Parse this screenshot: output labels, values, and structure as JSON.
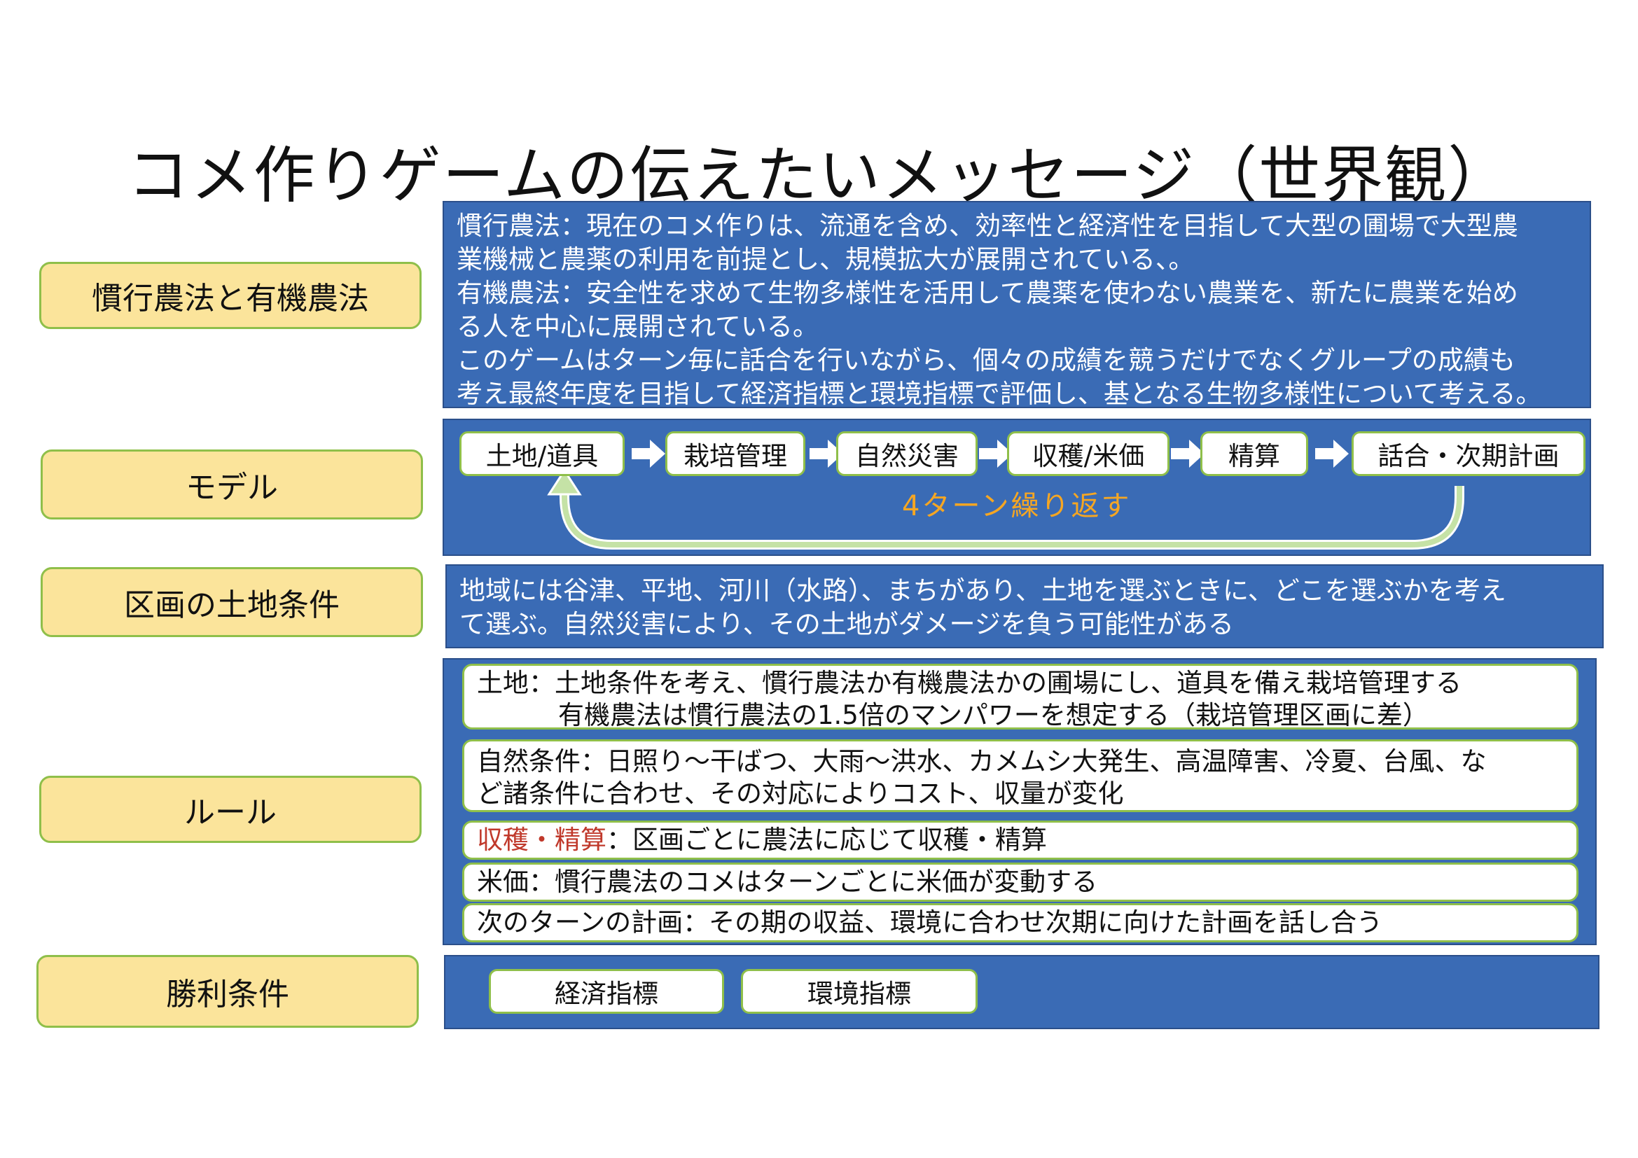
{
  "title": "コメ作りゲームの伝えたいメッセージ（世界観）",
  "labels": {
    "methods": "慣行農法と有機農法",
    "model": "モデル",
    "land": "区画の土地条件",
    "rules": "ルール",
    "victory": "勝利条件"
  },
  "methods_text": [
    "慣行農法：現在のコメ作りは、流通を含め、効率性と経済性を目指して大型の圃場で大型農",
    "業機械と農薬の利用を前提とし、規模拡大が展開されている、。",
    "有機農法：安全性を求めて生物多様性を活用して農薬を使わない農業を、新たに農業を始め",
    "る人を中心に展開されている。",
    "このゲームはターン毎に話合を行いながら、個々の成績を競うだけでなくグループの成績も",
    "考え最終年度を目指して経済指標と環境指標で評価し、基となる生物多様性について考える。"
  ],
  "model_steps": [
    "土地/道具",
    "栽培管理",
    "自然災害",
    "収穫/米価",
    "精算",
    "話合・次期計画"
  ],
  "model_repeat": "4ターン繰り返す",
  "land_text": [
    "地域には谷津、平地、河川（水路）、まちがあり、土地を選ぶときに、どこを選ぶかを考え",
    "て選ぶ。自然災害により、その土地がダメージを負う可能性がある"
  ],
  "rules": {
    "land_line1": "土地：土地条件を考え、慣行農法か有機農法かの圃場にし、道具を備え栽培管理する",
    "land_line2": "有機農法は慣行農法の1.5倍のマンパワーを想定する（栽培管理区画に差）",
    "nature_line1": "自然条件：日照り～干ばつ、大雨～洪水、カメムシ大発生、高温障害、冷夏、台風、な",
    "nature_line2": "ど諸条件に合わせ、その対応によりコスト、収量が変化",
    "harvest_head": "収穫・精算",
    "harvest_tail": "：区画ごとに農法に応じて収穫・精算",
    "price": "米価：慣行農法のコメはターンごとに米価が変動する",
    "next": "次のターンの計画：その期の収益、環境に合わせ次期に向けた計画を話し合う"
  },
  "victory": [
    "経済指標",
    "環境指標"
  ],
  "colors": {
    "panel": "#3a6bb5",
    "label_fill": "#fbe49b",
    "label_border": "#8fbf4a",
    "repeat_text": "#f5a623",
    "highlight": "#c0392b"
  }
}
